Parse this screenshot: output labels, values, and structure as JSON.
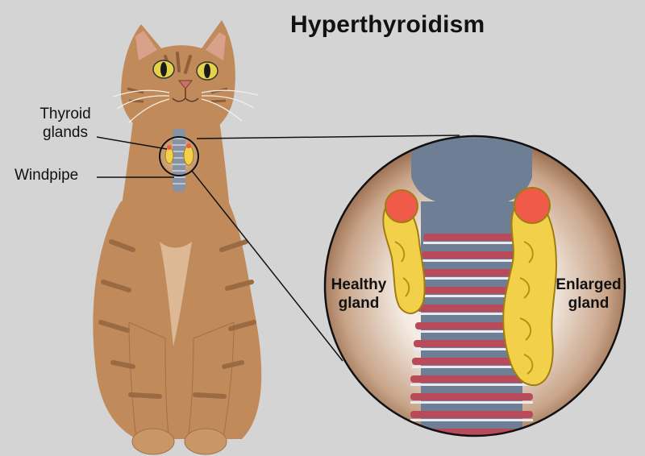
{
  "title": "Hyperthyroidism",
  "labels": {
    "thyroid_glands_line1": "Thyroid",
    "thyroid_glands_line2": "glands",
    "windpipe": "Windpipe",
    "healthy_line1": "Healthy",
    "healthy_line2": "gland",
    "enlarged_line1": "Enlarged",
    "enlarged_line2": "gland"
  },
  "colors": {
    "background": "#d4d4d4",
    "cat_fur": "#c08a5a",
    "cat_stripes": "#9a6a42",
    "gland_yellow": "#f2d04a",
    "gland_red": "#f05a48",
    "trachea_ring_red": "#b84a5a",
    "trachea_blue": "#6e7f95"
  }
}
